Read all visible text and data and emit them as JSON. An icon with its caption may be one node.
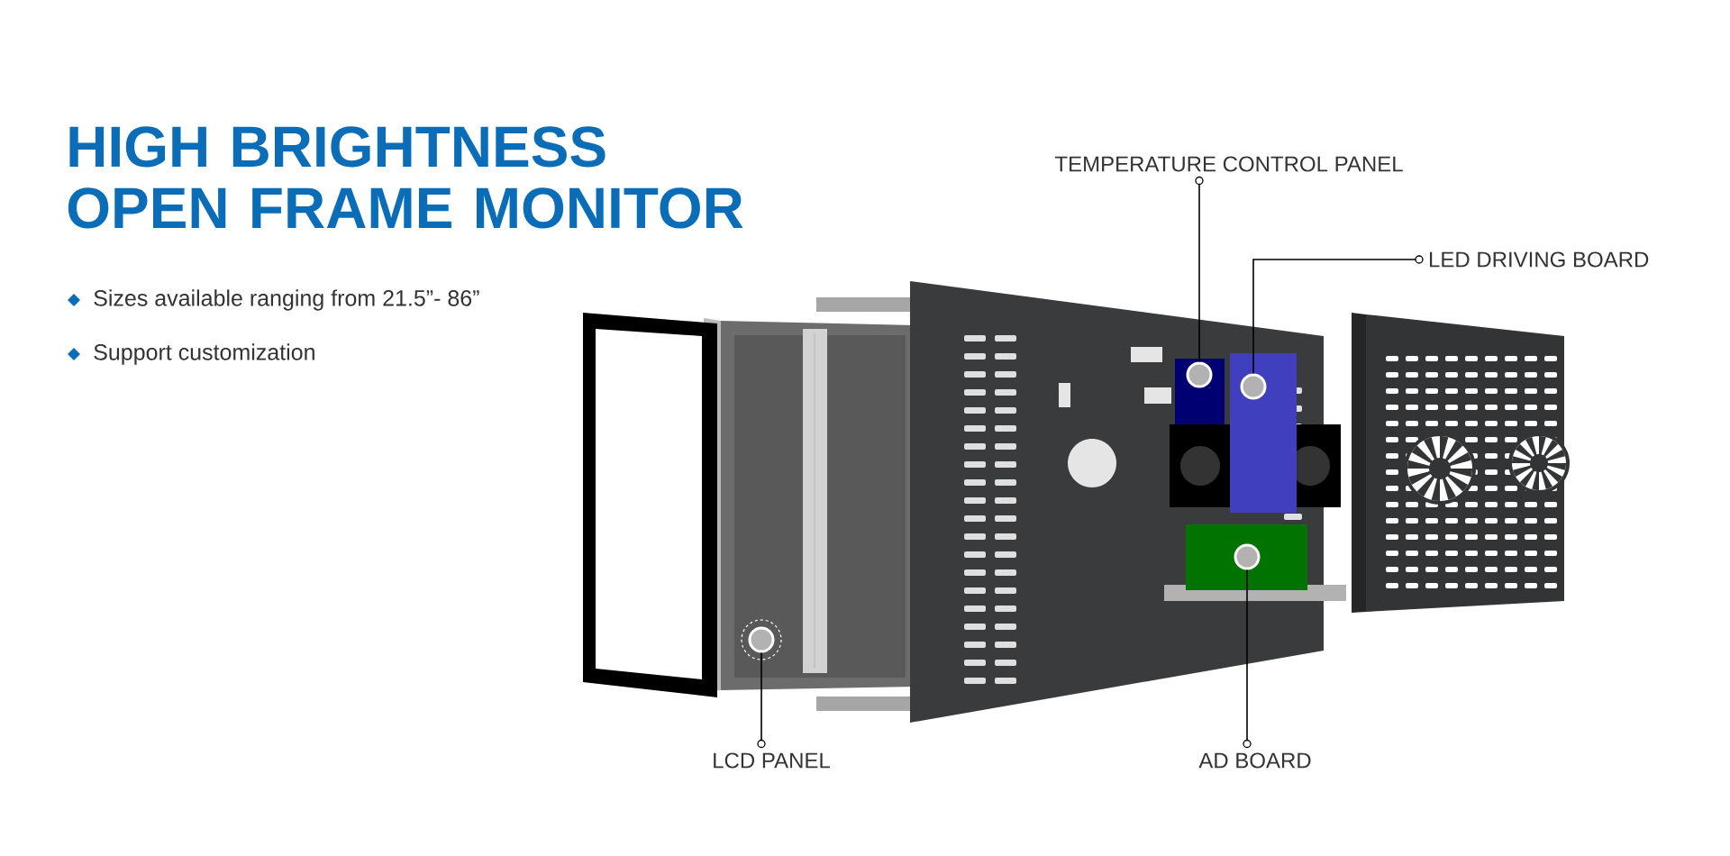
{
  "diagram": {
    "title": "HIGH BRIGHTNESS OPEN FRAME MONITOR",
    "nodes": [
      {
        "text": [
          "TEMPERATURE CONTROL PANEL"
        ]
      },
      {
        "text": [
          "LED DRIVING BOARD"
        ]
      },
      {
        "text": [
          "LCD PANEL"
        ]
      },
      {
        "text": [
          "AD BOARD"
        ]
      },
      {
        "text": [],
        "shape": "circle"
      },
      {
        "text": [],
        "shape": "circle"
      },
      {
        "text": [],
        "shape": "circle"
      },
      {
        "text": [],
        "shape": "circle"
      }
    ],
    "edges": [
      {
        "from": 0,
        "to": 4,
        "arrow": "none"
      },
      {
        "from": 1,
        "to": 5,
        "arrow": "none"
      },
      {
        "from": 2,
        "to": 6,
        "arrow": "none"
      },
      {
        "from": 3,
        "to": 7,
        "arrow": "none"
      }
    ],
    "labels": [
      "Sizes available ranging from 21.5”- 86”",
      "Support customization"
    ]
  }
}
